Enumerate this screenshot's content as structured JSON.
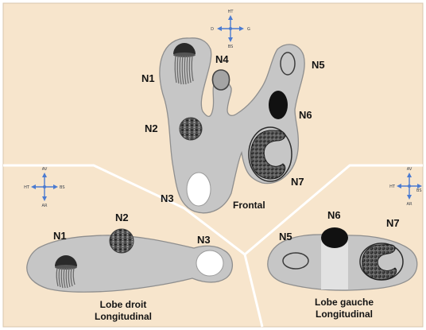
{
  "colors": {
    "background": "#f7e5cc",
    "lobe_fill": "#c6c6c6",
    "lobe_stroke": "#8e8e8e",
    "divider": "#ffffff",
    "label_text": "#141414",
    "compass": "#4b7bd1"
  },
  "views": {
    "frontal": {
      "label": "Frontal",
      "orientation": {
        "top": "HT",
        "bottom": "BS",
        "left": "D",
        "right": "G"
      },
      "nodules": {
        "n1": "N1",
        "n2": "N2",
        "n3": "N3",
        "n4": "N4",
        "n5": "N5",
        "n6": "N6",
        "n7": "N7"
      }
    },
    "right_lobe": {
      "label_line1": "Lobe droit",
      "label_line2": "Longitudinal",
      "orientation": {
        "top": "AV",
        "bottom": "AR",
        "left": "HT",
        "right": "BS"
      },
      "nodules": {
        "n1": "N1",
        "n2": "N2",
        "n3": "N3"
      }
    },
    "left_lobe": {
      "label_line1": "Lobe gauche",
      "label_line2": "Longitudinal",
      "orientation": {
        "top": "AV",
        "bottom": "AR",
        "left": "HT",
        "right": "BS"
      },
      "nodules": {
        "n5": "N5",
        "n6": "N6",
        "n7": "N7"
      }
    }
  }
}
